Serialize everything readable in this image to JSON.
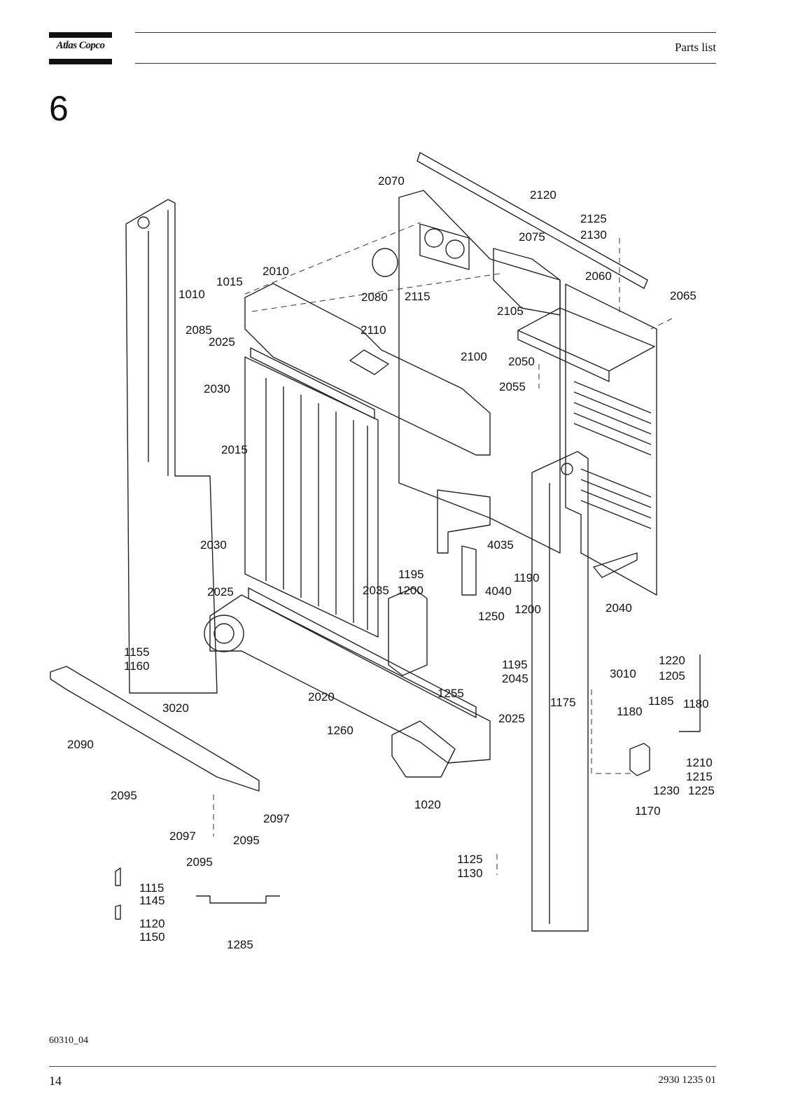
{
  "header": {
    "logo_text": "Atlas Copco",
    "title": "Parts list"
  },
  "section": {
    "number": "6"
  },
  "diagram": {
    "callouts": [
      "2070",
      "2120",
      "2125",
      "2130",
      "2075",
      "2010",
      "1015",
      "1010",
      "2080",
      "2115",
      "2105",
      "2060",
      "2065",
      "2085",
      "2110",
      "2025",
      "2100",
      "2050",
      "2030",
      "2055",
      "2015",
      "4035",
      "1195",
      "1190",
      "1200",
      "2035",
      "4040",
      "2040",
      "1250",
      "1155",
      "1160",
      "2045",
      "3010",
      "1220",
      "1205",
      "2020",
      "1255",
      "1175",
      "1185",
      "1180",
      "3020",
      "2090",
      "1260",
      "1210",
      "1215",
      "1230",
      "1225",
      "1170",
      "1020",
      "2095",
      "2097",
      "1125",
      "1130",
      "1115",
      "1145",
      "1120",
      "1150",
      "1285"
    ]
  },
  "footer": {
    "figure_code": "60310_04",
    "page_number": "14",
    "doc_number": "2930 1235 01"
  }
}
